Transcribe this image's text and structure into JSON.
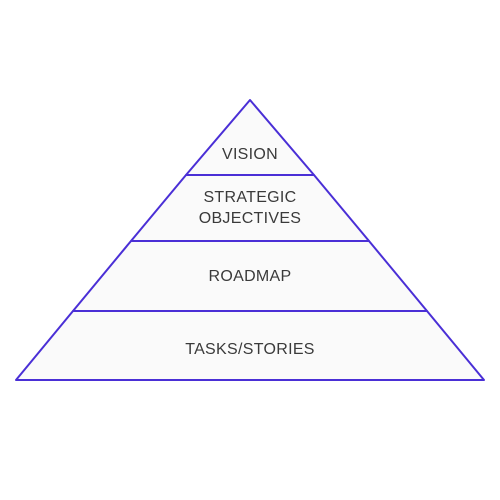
{
  "diagram": {
    "stroke_color": "#4a2fd6",
    "fill_color": "#fafafa",
    "text_color": "#3a3a3a",
    "layers": [
      {
        "name": "vision",
        "lines": [
          "VISION"
        ]
      },
      {
        "name": "strategic-objectives",
        "lines": [
          "STRATEGIC",
          "OBJECTIVES"
        ]
      },
      {
        "name": "roadmap",
        "lines": [
          "ROADMAP"
        ]
      },
      {
        "name": "tasks-stories",
        "lines": [
          "TASKS/STORIES"
        ]
      }
    ]
  }
}
